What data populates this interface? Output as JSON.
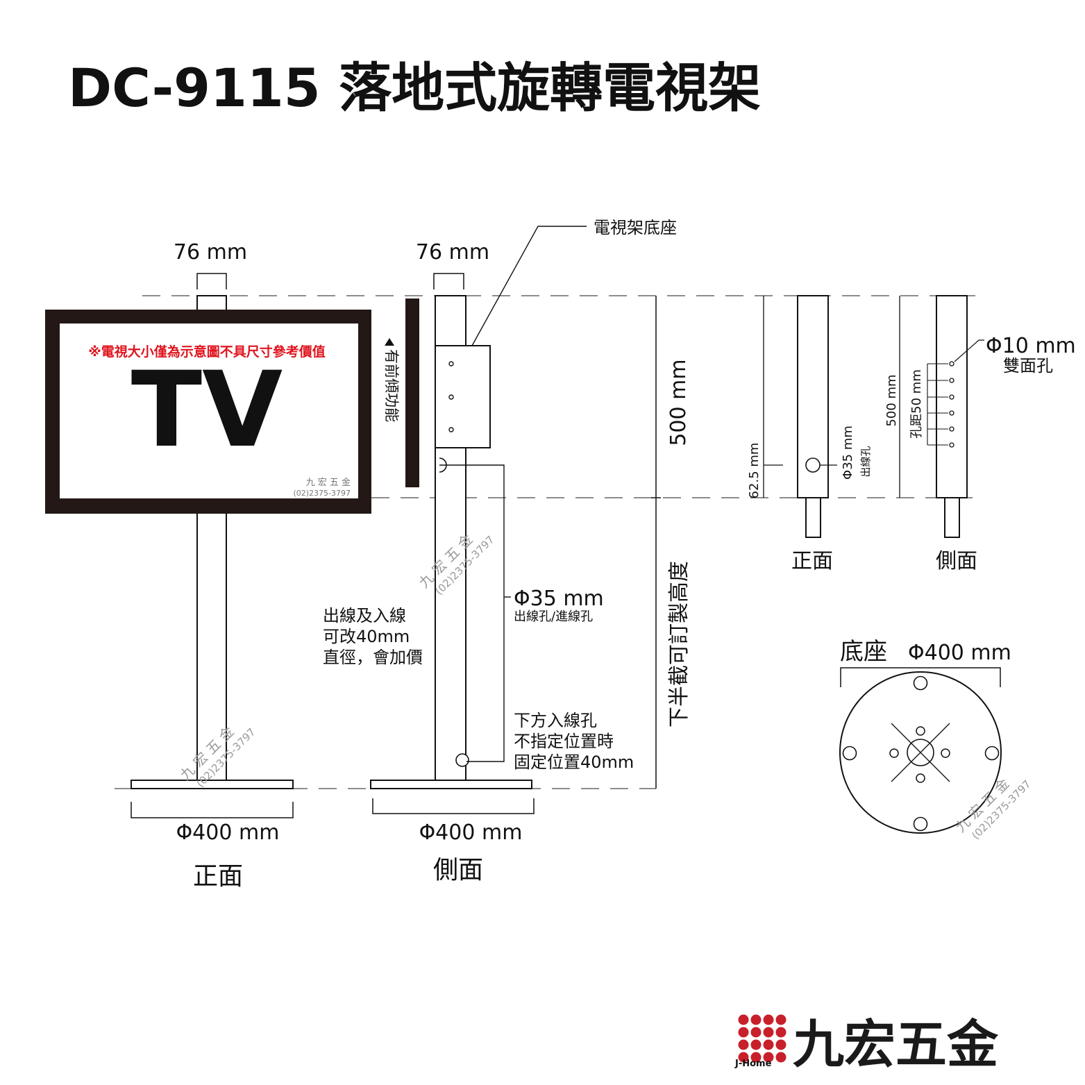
{
  "title": "DC-9115 落地式旋轉電視架",
  "front_view": {
    "pole_width": "76 mm",
    "base_diameter": "Φ400 mm",
    "caption": "正面",
    "tv_label": "TV",
    "tv_note": "※電視大小僅為示意圖不具尺寸參考價值",
    "tv_watermark": "九 宏 五 金",
    "tv_watermark_phone": "(02)2375-3797"
  },
  "side_view": {
    "pole_width": "76 mm",
    "base_diameter": "Φ400 mm",
    "caption": "側面",
    "mount_label": "電視架底座",
    "tilt_note": "有前傾功能",
    "hole_diameter": "Φ35 mm",
    "hole_note": "出線孔/進線孔",
    "cable_note": [
      "出線及入線",
      "可改40mm",
      "直徑，會加價"
    ],
    "bottom_hole_note": [
      "下方入線孔",
      "不指定位置時",
      "固定位置40mm"
    ]
  },
  "height": {
    "upper": "500 mm",
    "lower_note": "下半截可訂製高度"
  },
  "detail_front": {
    "height": "62.5 mm",
    "hole": "Φ35 mm",
    "hole_note": "出線孔",
    "caption": "正面"
  },
  "detail_side": {
    "height": "500 mm",
    "spacing": "孔距50 mm",
    "hole": "Φ10 mm",
    "hole_note": "雙面孔",
    "caption": "側面"
  },
  "base_detail": {
    "label": "底座",
    "diameter": "Φ400 mm"
  },
  "watermark": {
    "name": "九 宏 五 金",
    "phone": "(02)2375-3797"
  },
  "brand": {
    "name": "九宏五金",
    "sub": "J-Home",
    "dot_color": "#c8202a"
  }
}
